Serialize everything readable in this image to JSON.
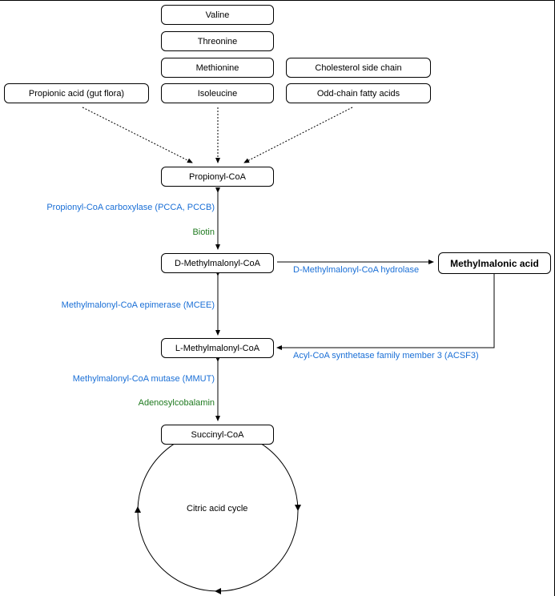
{
  "nodes": {
    "valine": "Valine",
    "threonine": "Threonine",
    "methionine": "Methionine",
    "isoleucine": "Isoleucine",
    "cholesterol": "Cholesterol side chain",
    "odd_chain": "Odd-chain fatty acids",
    "propionic_acid": "Propionic acid (gut flora)",
    "propionyl_coa": "Propionyl-CoA",
    "d_methylmalonyl_coa": "D-Methylmalonyl-CoA",
    "methylmalonic_acid": "Methylmalonic acid",
    "l_methylmalonyl_coa": "L-Methylmalonyl-CoA",
    "succinyl_coa": "Succinyl-CoA",
    "citric_acid_cycle": "Citric acid cycle"
  },
  "edges": {
    "pcc_enzyme": "Propionyl-CoA carboxylase (PCCA, PCCB)",
    "pcc_cofactor": "Biotin",
    "hydrolase": "D-Methylmalonyl-CoA hydrolase",
    "epimerase": "Methylmalonyl-CoA epimerase (MCEE)",
    "acsf3": "Acyl-CoA synthetase family member 3 (ACSF3)",
    "mutase": "Methylmalonyl-CoA mutase (MMUT)",
    "mutase_cofactor": "Adenosylcobalamin"
  },
  "colors": {
    "enzyme": "#1a6fd6",
    "cofactor": "#1f7a1f",
    "line": "#000000"
  }
}
